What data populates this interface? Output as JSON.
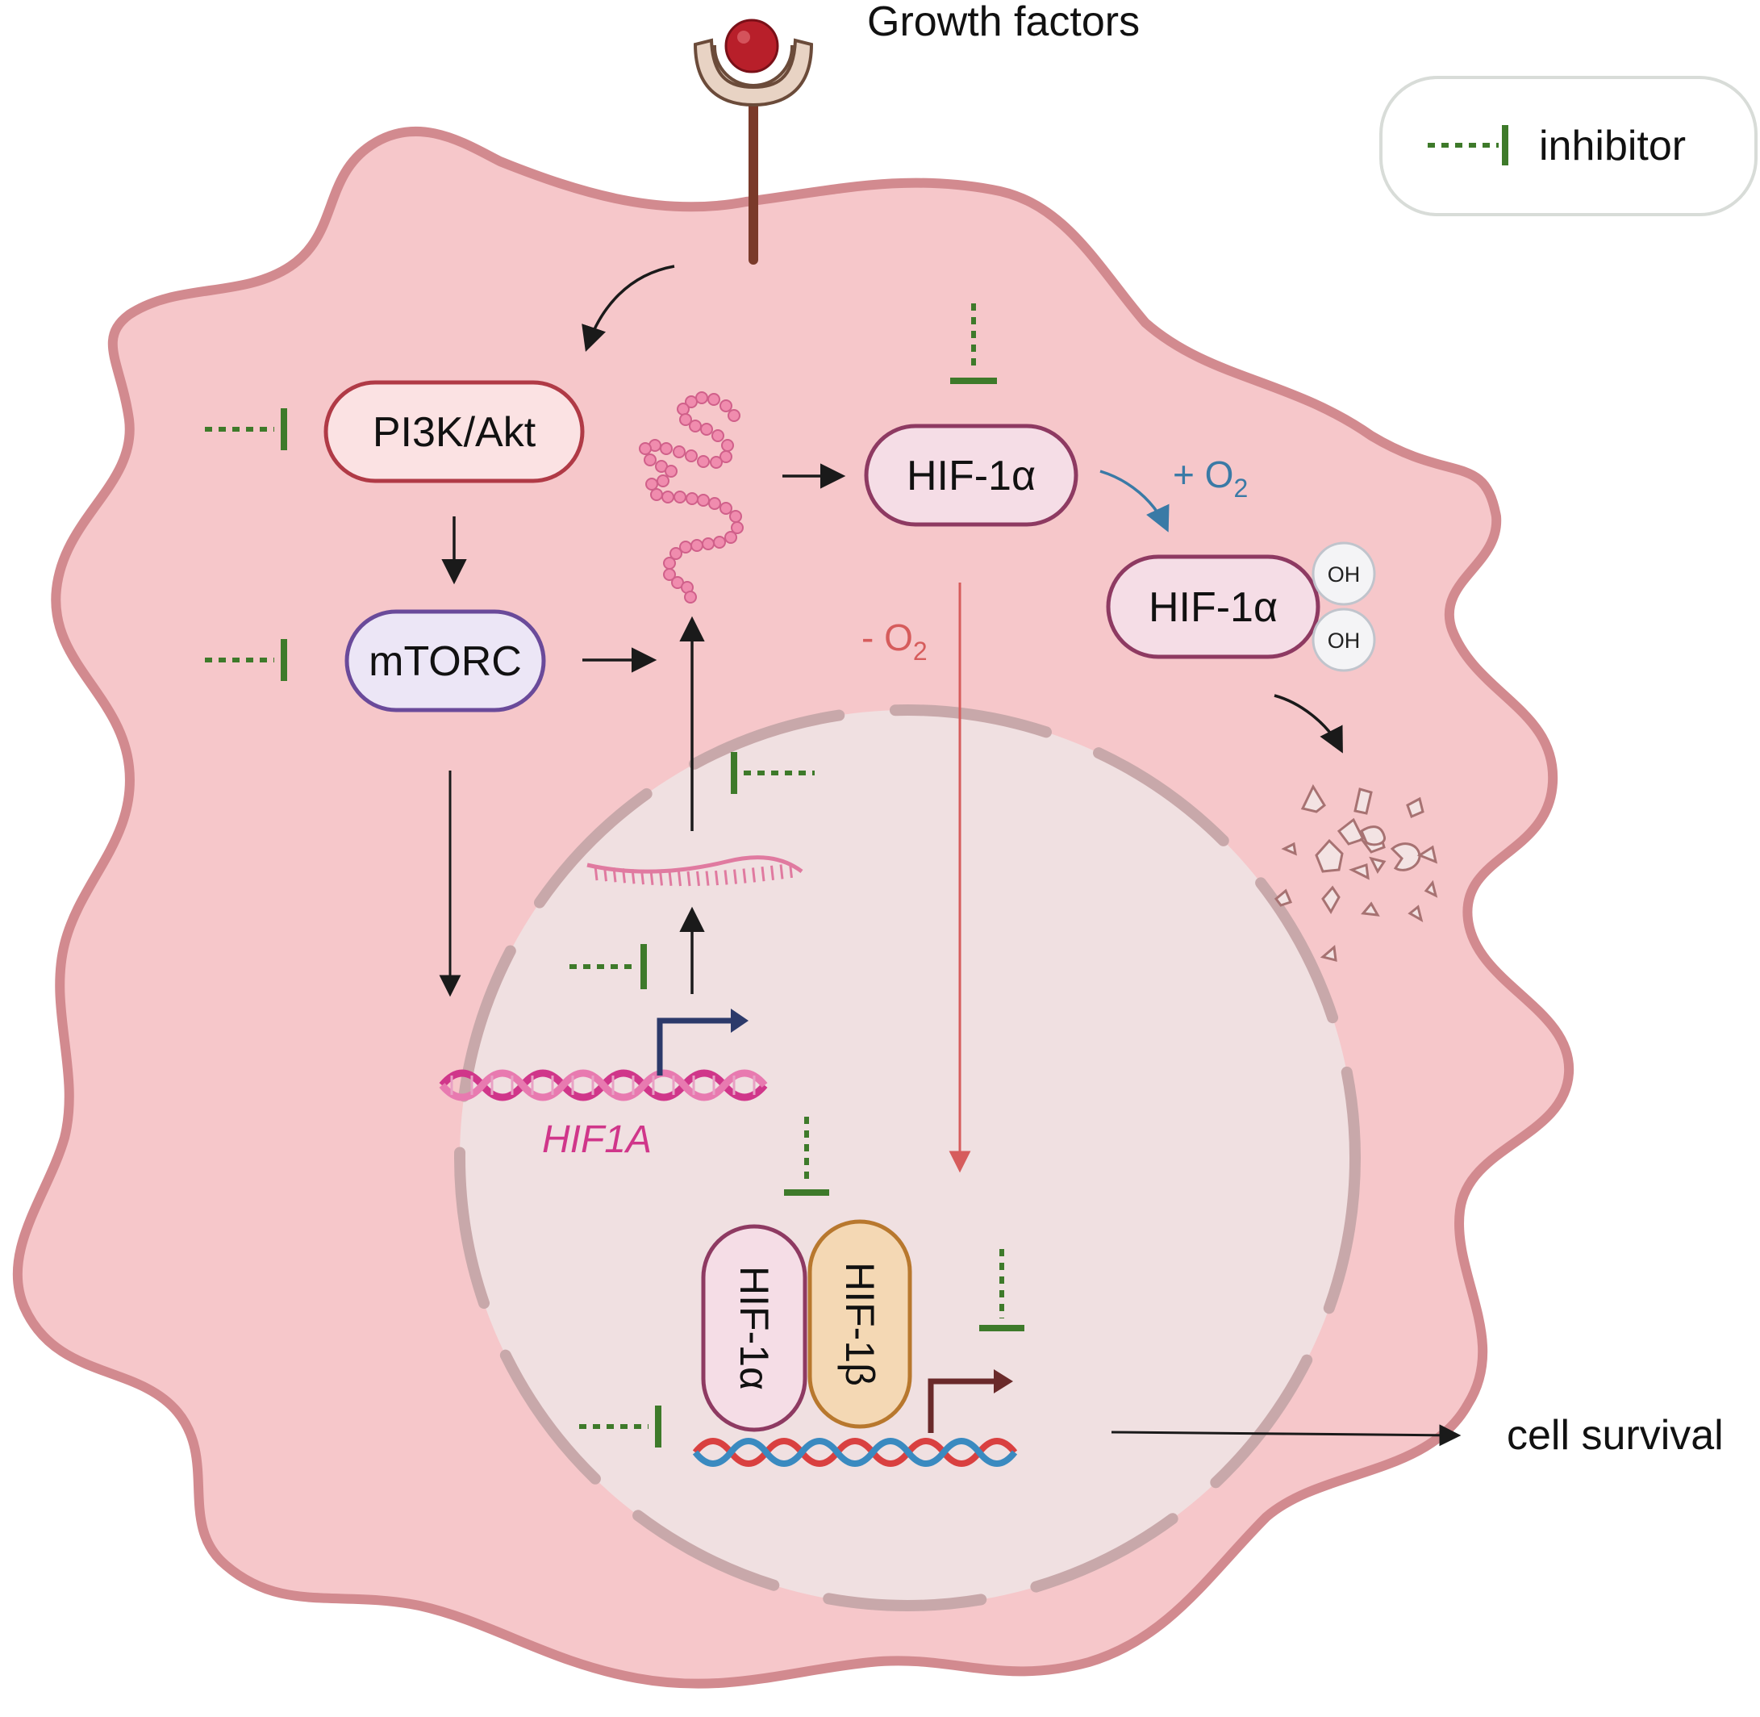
{
  "diagram": {
    "growth_factors_label": "Growth factors",
    "legend": {
      "label": "inhibitor"
    },
    "nodes": {
      "pi3k_akt": "PI3K/Akt",
      "mtorc": "mTORC",
      "hif1a_cytoplasm": "HIF-1α",
      "hif1a_hydroxylated": "HIF-1α",
      "hif1a_nuclear": "HIF-1α",
      "hif1b_nuclear": "HIF-1β"
    },
    "oh_groups": [
      "OH",
      "OH"
    ],
    "oxygen_plus": {
      "prefix": "+ O",
      "subscript": "2"
    },
    "oxygen_minus": {
      "prefix": "- O",
      "subscript": "2"
    },
    "gene_label": "HIF1A",
    "outcome_label": "cell survival"
  },
  "colors": {
    "cell_fill": "#f6c7ca",
    "cell_border": "#d28a8f",
    "nucleus_fill": "#f0e0e1",
    "nucleus_border": "#c8a8aa",
    "inhibitor_green": "#3e7a2a",
    "pi3k_border": "#b03a46",
    "mtorc_border": "#6a4a9a",
    "hif1a_border": "#8e3a62",
    "hif1b_border": "#b8782e",
    "hif1b_fill": "#f4d8b4",
    "oxygen_blue": "#3a7aa6",
    "oxygen_red": "#d65c5c",
    "gene_magenta": "#d0368a",
    "dna_red": "#d94040",
    "dna_blue": "#3a8ac0",
    "ligand_red": "#b81f2a",
    "receptor_brown": "#7a3a2a"
  },
  "icons": [
    "growth-factor-receptor-icon",
    "protein-chain-icon",
    "mrna-icon",
    "dna-helix-icon",
    "degradation-fragments-icon",
    "inhibitor-symbol-icon",
    "promoter-arrow-icon"
  ]
}
